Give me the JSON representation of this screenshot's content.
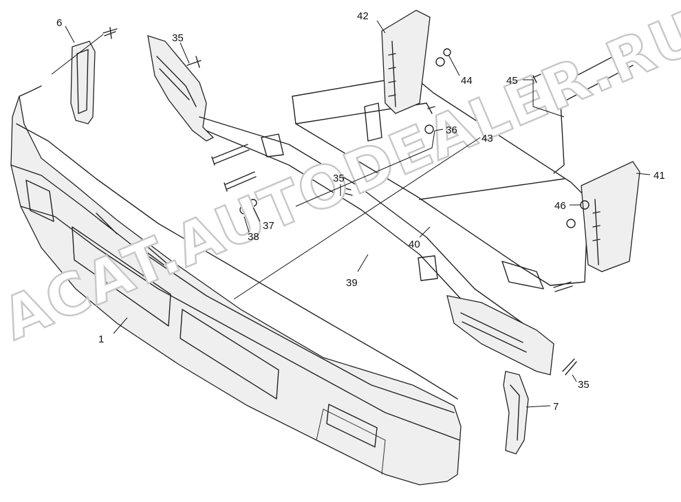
{
  "watermark": "ACAT.AUTODEALER.RU",
  "parts": [
    {
      "id": "label-1",
      "text": "1"
    },
    {
      "id": "label-6",
      "text": "6"
    },
    {
      "id": "label-7",
      "text": "7"
    },
    {
      "id": "label-35a",
      "text": "35"
    },
    {
      "id": "label-35b",
      "text": "35"
    },
    {
      "id": "label-35c",
      "text": "35"
    },
    {
      "id": "label-36",
      "text": "36"
    },
    {
      "id": "label-37",
      "text": "37"
    },
    {
      "id": "label-38",
      "text": "38"
    },
    {
      "id": "label-39",
      "text": "39"
    },
    {
      "id": "label-40",
      "text": "40"
    },
    {
      "id": "label-41",
      "text": "41"
    },
    {
      "id": "label-42",
      "text": "42"
    },
    {
      "id": "label-43",
      "text": "43"
    },
    {
      "id": "label-44",
      "text": "44"
    },
    {
      "id": "label-45",
      "text": "45"
    },
    {
      "id": "label-46",
      "text": "46"
    }
  ]
}
